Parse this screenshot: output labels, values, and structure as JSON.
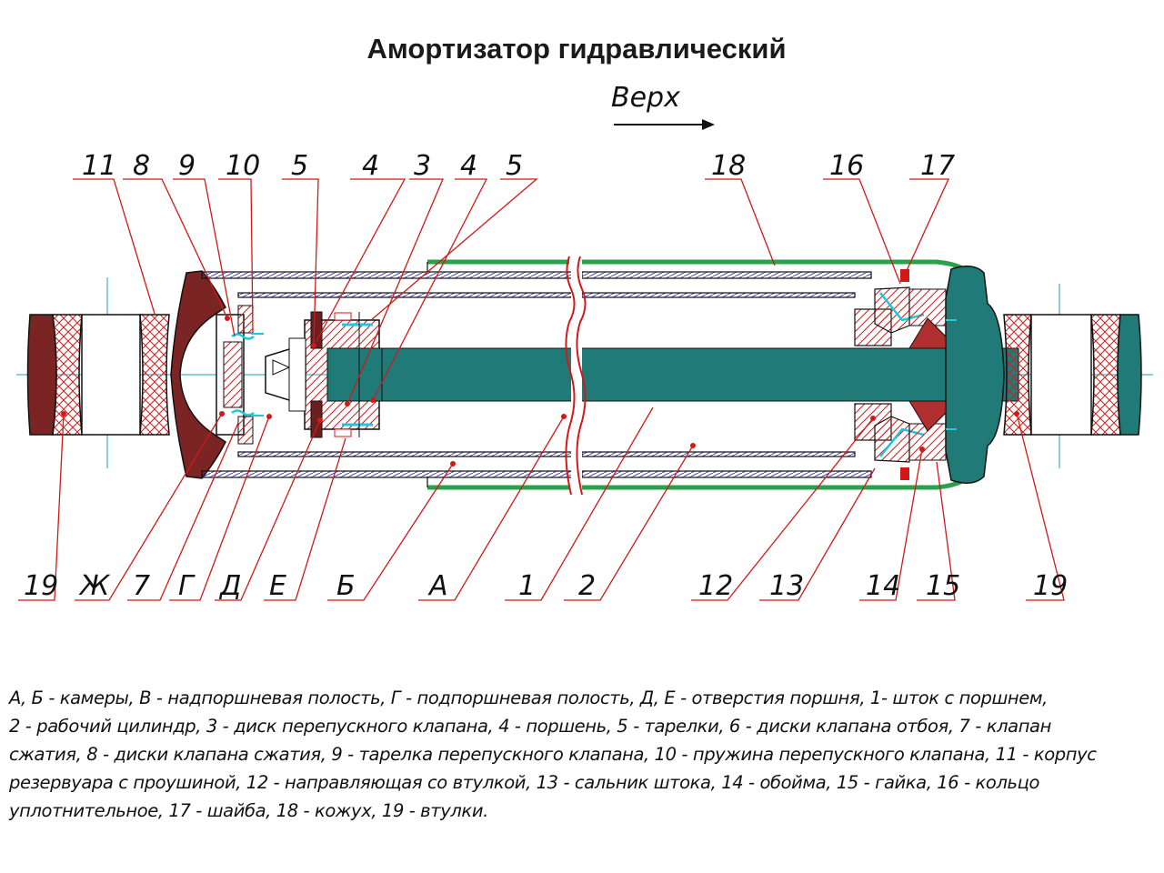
{
  "title": "Амортизатор гидравлический",
  "direction_label": "Верх",
  "top_callouts": [
    "11",
    "8",
    "9",
    "10",
    "5",
    "4",
    "3",
    "4",
    "5",
    "18",
    "16",
    "17"
  ],
  "bottom_callouts": [
    "19",
    "Ж",
    "7",
    "Г",
    "Д",
    "Е",
    "Б",
    "А",
    "1",
    "2",
    "12",
    "13",
    "14",
    "15",
    "19"
  ],
  "legend_lines": [
    "А, Б - камеры,  В - надпоршневая полость, Г - подпоршневая полость,    Д, Е - отверстия поршня,    1- шток с поршнем,",
    " 2 - рабочий цилиндр, 3 -  диск перепускного клапана,    4 - поршень, 5 - тарелки, 6 - диски клапана отбоя,   7 - клапан",
    "сжатия, 8 -  диски клапана сжатия,   9 - тарелка перепускного клапана, 10 - пружина перепускного клапана, 11 - корпус",
    "резервуара с проушиной,  12 - направляющая  со  втулкой,    13 - сальник штока,    14 - обойма,  15 - гайка,  16 - кольцо",
    "уплотнительное,  17 - шайба,  18 - кожух, 19 - втулки."
  ],
  "colors": {
    "rod": "#1f7a78",
    "casing": "#7a2424",
    "leader": "#d31818",
    "hatch": "#cc2020",
    "cover": "#2aa14a",
    "spring": "#1ec8dc"
  }
}
